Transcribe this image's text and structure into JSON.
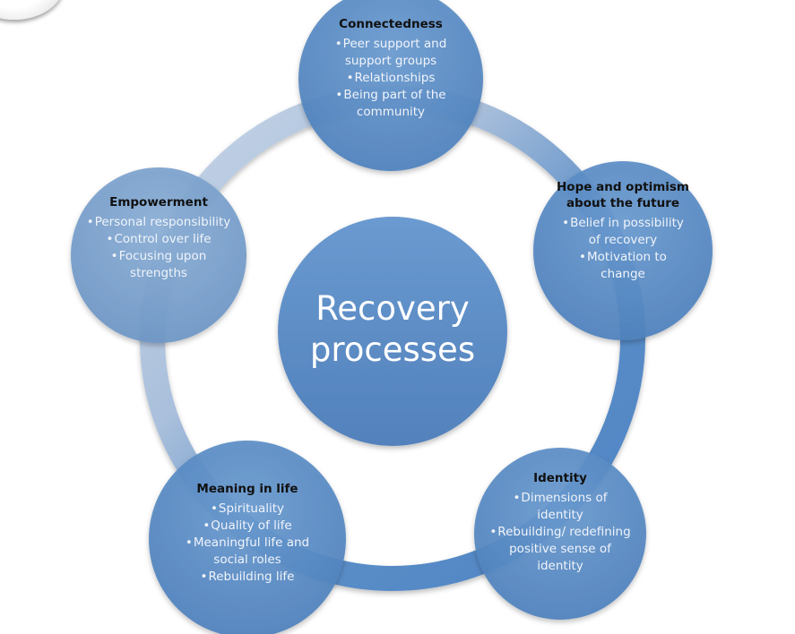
{
  "diagram": {
    "center": {
      "label": "Recovery processes"
    },
    "nodes": [
      {
        "id": "connectedness",
        "title": "Connectedness",
        "bullets": [
          "Peer support and support groups",
          "Relationships",
          "Being part of the community"
        ]
      },
      {
        "id": "hope",
        "title": "Hope and optimism about the future",
        "bullets": [
          "Belief in possibility of recovery",
          "Motivation to change"
        ]
      },
      {
        "id": "identity",
        "title": "Identity",
        "bullets": [
          "Dimensions of identity",
          "Rebuilding/ redefining positive sense of identity"
        ]
      },
      {
        "id": "meaning",
        "title": "Meaning in life",
        "bullets": [
          "Spirituality",
          "Quality of life",
          "Meaningful life and social roles",
          "Rebuilding life"
        ]
      },
      {
        "id": "empowerment",
        "title": "Empowerment",
        "bullets": [
          "Personal responsibility",
          "Control over life",
          "Focusing upon strengths"
        ]
      }
    ],
    "colors": {
      "node_fill": "#5b8ec4",
      "center_fill": "#5d8fc6",
      "ring_light": "#b6c9e0",
      "ring_dark": "#4f86c6",
      "title_text": "#111111",
      "body_text": "#f4f7fb"
    }
  }
}
